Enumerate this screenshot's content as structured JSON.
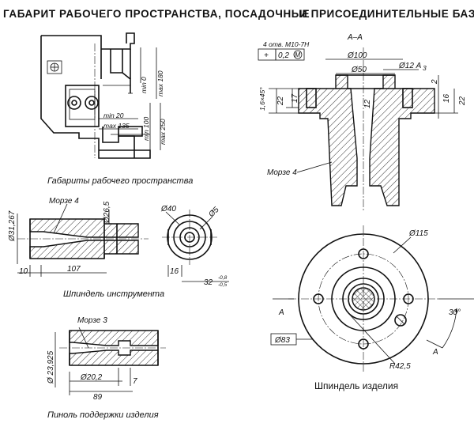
{
  "title": {
    "part1": "ГАБАРИТ РАБОЧЕГО ПРОСТРАНСТВА, ПОСАДОЧНЫЕ",
    "part2": "И ПРИСОЕДИНИТЕЛЬНЫЕ БАЗЫ"
  },
  "work_space": {
    "caption": "Габариты рабочего пространства",
    "min0": "min 0",
    "max180": "max 180",
    "min20": "min 20",
    "max135": "max 135",
    "min100": "min 100",
    "max250": "max 250"
  },
  "tool_spindle": {
    "caption": "Шпиндель инструмента",
    "morse": "Морзе 4",
    "d_31267": "Ø31,267",
    "d_265": "Ø26,5",
    "len_10": "10",
    "len_107": "107",
    "d_40": "Ø40",
    "d_5": "Ø5",
    "len_16": "16",
    "len_32": "32",
    "tol_upper": "-0,8",
    "tol_lower": "-0,5"
  },
  "quill": {
    "caption": "Пиноль поддержки изделия",
    "morse": "Морзе 3",
    "d_23925": "Ø 23,925",
    "d_202": "Ø20,2",
    "len_7": "7",
    "len_89": "89"
  },
  "section_aa": {
    "label": "А–А",
    "holes": "4 отв. М10-7Н",
    "tol_sym": "+",
    "tol_val": "0,2",
    "tol_mod": "М",
    "d_100": "Ø100",
    "d_50": "Ø50",
    "d_12": "Ø12 А",
    "d_12_sub": "3",
    "chamfer": "1,6×45°",
    "dim_22a": "22",
    "dim_17": "17",
    "dim_12": "12",
    "dim_2": "2",
    "dim_16": "16",
    "dim_22b": "22",
    "morse": "Морзе 4"
  },
  "product_spindle": {
    "caption": "Шпиндель изделия",
    "d_115": "Ø115",
    "d_83": "Ø83",
    "r_425": "R42,5",
    "angle": "30°",
    "sec_a1": "А",
    "sec_a2": "А"
  }
}
